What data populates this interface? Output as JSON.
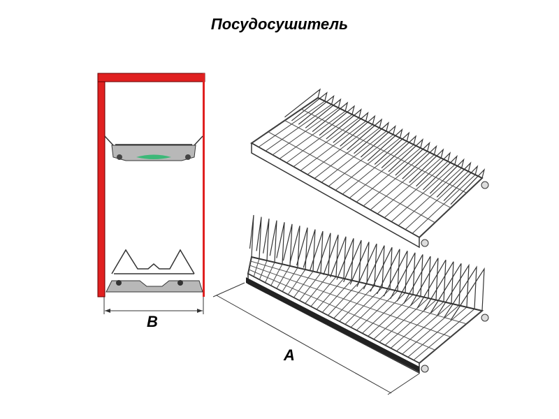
{
  "title": "Посудосушитель",
  "labels": {
    "width_b": "B",
    "length_a": "A"
  },
  "colors": {
    "cabinet": "#e02020",
    "frame": "#333333",
    "bracket": "#b8b8b8",
    "accent": "#3cb878",
    "strip": "#222222"
  }
}
